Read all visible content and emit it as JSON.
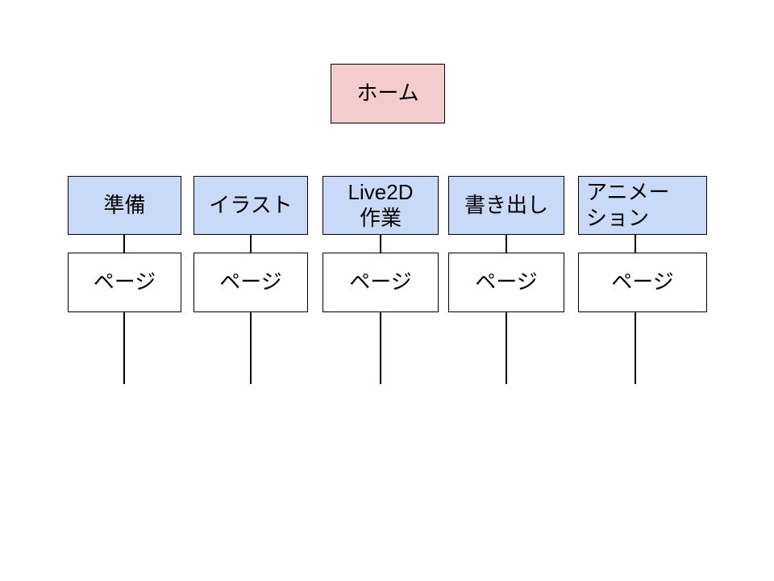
{
  "diagram": {
    "home": {
      "label": "ホーム"
    },
    "sections": [
      {
        "label": "準備",
        "page": "ページ"
      },
      {
        "label": "イラスト",
        "page": "ページ"
      },
      {
        "label": "Live2D\n作業",
        "page": "ページ"
      },
      {
        "label": "書き出し",
        "page": "ページ"
      },
      {
        "label": "アニメー\nション",
        "page": "ページ"
      }
    ],
    "colors": {
      "home_fill": "#F4CCCC",
      "section_fill": "#C9DAF8",
      "page_fill": "#FFFFFF",
      "border": "#000000",
      "background": "#FFFFFF"
    }
  }
}
